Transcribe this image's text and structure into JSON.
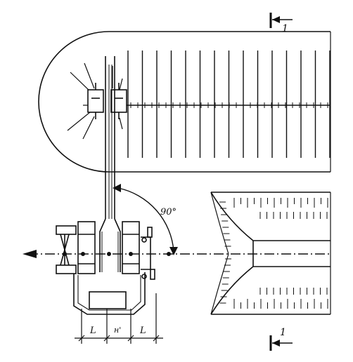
{
  "section_top": {
    "marker": "1"
  },
  "section_bottom": {
    "marker": "1"
  },
  "angle": {
    "label": "90°"
  },
  "dimensions": {
    "left": "L",
    "middle": "н'",
    "right": "L"
  }
}
